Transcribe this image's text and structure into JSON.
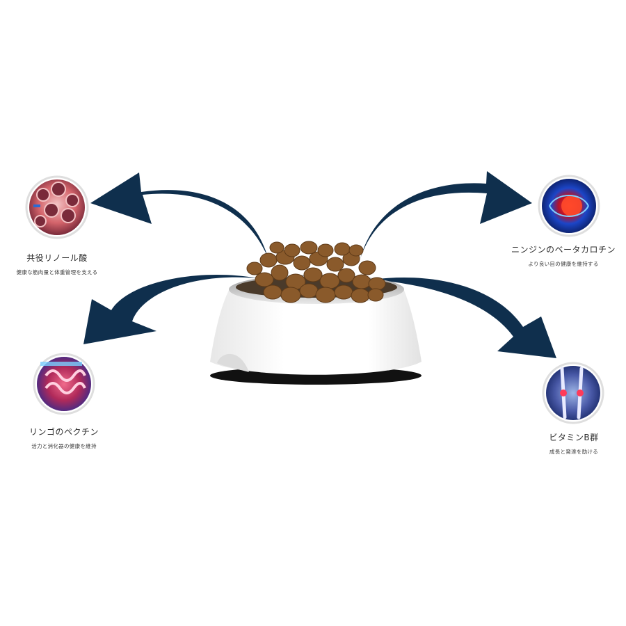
{
  "colors": {
    "arrow": "#0f2f4d",
    "kibble": "#8a5a2b",
    "bowl": "#ffffff"
  },
  "benefits": [
    {
      "id": "linoleic",
      "icon": "muscle-fiber-icon",
      "title": "共役リノール酸",
      "sub": "健康な筋肉量と体重管理を支える"
    },
    {
      "id": "beta-carotene",
      "icon": "eye-icon",
      "title": "ニンジンのベータカロチン",
      "sub": "より良い目の健康を維持する"
    },
    {
      "id": "pectin",
      "icon": "intestine-icon",
      "title": "リンゴのペクチン",
      "sub": "活力と消化器の健康を維持"
    },
    {
      "id": "vitamin-b",
      "icon": "leg-bones-icon",
      "title": "ビタミンB群",
      "sub": "成長と発達を助ける"
    }
  ]
}
